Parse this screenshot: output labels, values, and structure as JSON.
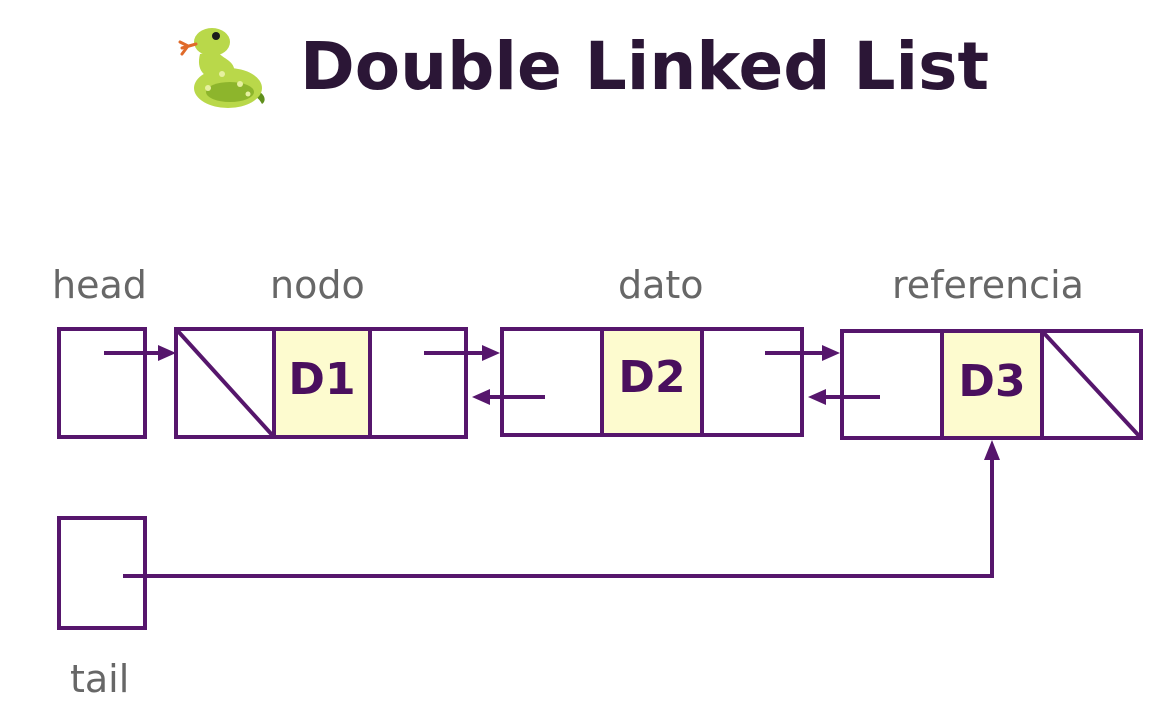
{
  "title": "Double Linked List",
  "title_icon": "snake-icon",
  "labels": {
    "head": "head",
    "tail": "tail",
    "nodo": "nodo",
    "dato": "dato",
    "referencia": "referencia"
  },
  "nodes": [
    {
      "value": "D1",
      "prev": "null",
      "next": "D2"
    },
    {
      "value": "D2",
      "prev": "D1",
      "next": "D3"
    },
    {
      "value": "D3",
      "prev": "D2",
      "next": "null"
    }
  ],
  "pointers": {
    "head": "D1",
    "tail": "D3"
  },
  "colors": {
    "title": "#2b1636",
    "stroke": "#56166c",
    "data_fill": "#fdfbcf",
    "data_text": "#4a0f5e",
    "label": "#676767"
  }
}
